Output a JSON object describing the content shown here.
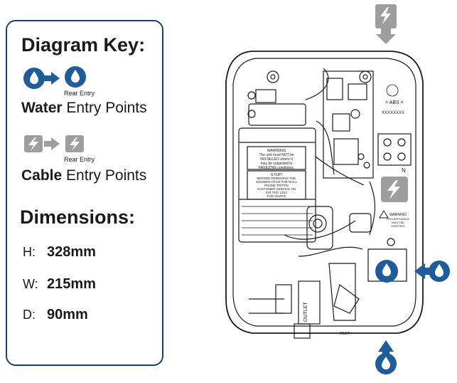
{
  "key": {
    "title": "Diagram Key:",
    "water": {
      "rear_label": "Rear Entry",
      "bold": "Water",
      "rest": "Entry Points",
      "icon": "water-drop-icon",
      "color": "#1f5c99"
    },
    "cable": {
      "rear_label": "Rear Entry",
      "bold": "Cable",
      "rest": "Entry Points",
      "icon": "lightning-bolt-icon",
      "color": "#9e9e9e"
    }
  },
  "dimensions": {
    "title": "Dimensions:",
    "rows": [
      {
        "label": "H:",
        "value": "328mm"
      },
      {
        "label": "W:",
        "value": "215mm"
      },
      {
        "label": "D:",
        "value": "90mm"
      }
    ]
  },
  "diagram": {
    "warning_top": [
      "WARNING",
      "The unit must NOT be",
      "INSTALLED where it",
      "may be subjected to",
      "FREEZING conditions."
    ],
    "warning_stop": [
      "STOP!",
      "BEFORE REMOVING THE",
      "SHOWER FROM THE WALL",
      "PHONE TRITON",
      "CUSTOMER SERVICE ON",
      "024 7637 2222",
      "FOR ADVICE"
    ],
    "warning_right": [
      "WARNING",
      "THIS APPLIANCE",
      "MUST BE",
      "EARTHED"
    ],
    "abs_label": "> ABS <",
    "serial_label": "XXXXXXXX",
    "outlet_label": "OUTLET",
    "n_label": "N",
    "inlet_label": "INLET"
  }
}
